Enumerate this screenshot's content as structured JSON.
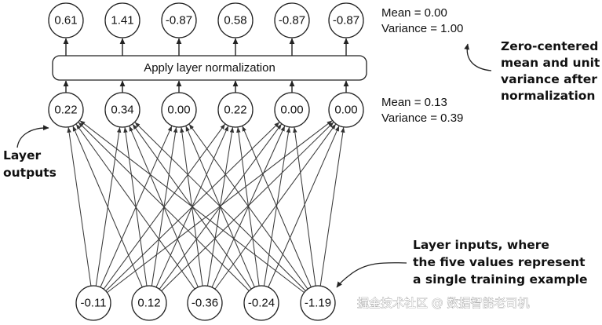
{
  "apply_box": {
    "label": "Apply layer normalization"
  },
  "top_outputs": [
    "0.61",
    "1.41",
    "-0.87",
    "0.58",
    "-0.87",
    "-0.87"
  ],
  "layer_outputs": [
    "0.22",
    "0.34",
    "0.00",
    "0.22",
    "0.00",
    "0.00"
  ],
  "layer_inputs": [
    "-0.11",
    "0.12",
    "-0.36",
    "-0.24",
    "-1.19"
  ],
  "stats_after": {
    "mean": "Mean = 0.00",
    "variance": "Variance = 1.00"
  },
  "stats_before": {
    "mean": "Mean = 0.13",
    "variance": "Variance = 0.39"
  },
  "callouts": {
    "after": [
      "Zero-centered",
      "mean and unit",
      "variance after",
      "normalization"
    ],
    "outputs": [
      "Layer",
      "outputs"
    ],
    "inputs": [
      "Layer inputs, where",
      "the five values represent",
      "a single training example"
    ]
  },
  "watermark": "掘金技术社区 @ 数据智能老司机"
}
